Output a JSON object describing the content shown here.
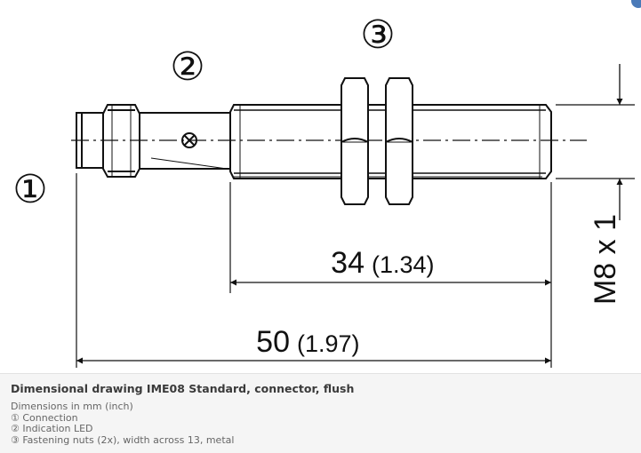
{
  "drawing": {
    "callouts": [
      "①",
      "②",
      "③"
    ],
    "dimensions": {
      "overall": {
        "mm": "50",
        "inch": "(1.97)"
      },
      "thread_length": {
        "mm": "34",
        "inch": "(1.34)"
      },
      "thread": "M8 x 1"
    }
  },
  "caption": {
    "title": "Dimensional drawing IME08 Standard, connector, flush",
    "lines": [
      "Dimensions in mm (inch)",
      "① Connection",
      "② Indication LED",
      "③ Fastening nuts (2x), width across 13, metal"
    ]
  },
  "colors": {
    "line": "#111111",
    "caption_bg": "#f5f5f5",
    "title": "#3a3a3a",
    "text": "#666666",
    "accent": "#4a7ab8"
  }
}
